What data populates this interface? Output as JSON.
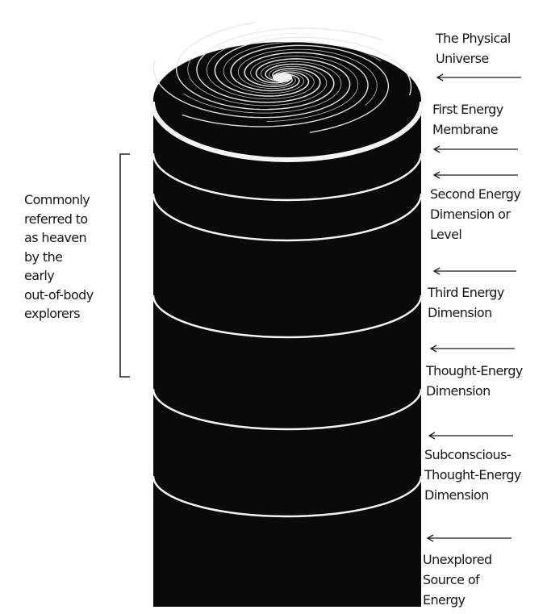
{
  "levels": [
    {
      "label": "The Physical\nUniverse"
    },
    {
      "label": "First Energy\nMembrane"
    },
    {
      "label": "Second Energy\nDimension or\nLevel"
    },
    {
      "label": "Third Energy\nDimension"
    },
    {
      "label": "Thought-Energy\nDimension"
    },
    {
      "label": "Subconscious-\nThought-Energy\nDimension"
    },
    {
      "label": "Unexplored\nSource of\nEnergy"
    }
  ],
  "bracket": {
    "label": "Commonly\nreferred to\nas heaven\nby the\nearly\nout-of-body\nexplorers"
  },
  "colors": {
    "cylinder": "#0a0a0a",
    "lines": "#f2f2f2",
    "text": "#161616",
    "background": "#ffffff"
  }
}
